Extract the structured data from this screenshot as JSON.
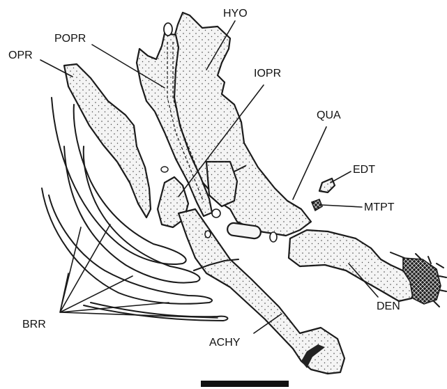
{
  "labels": {
    "hyo": "HYO",
    "popr": "POPR",
    "opr": "OPR",
    "iopr": "IOPR",
    "qua": "QUA",
    "edt": "EDT",
    "mtpt": "MTPT",
    "brr": "BRR",
    "den": "DEN",
    "achy": "ACHY"
  },
  "colors": {
    "ink": "#1a1a1a",
    "bone_fill": "#f4f4f4",
    "background": "#ffffff"
  }
}
